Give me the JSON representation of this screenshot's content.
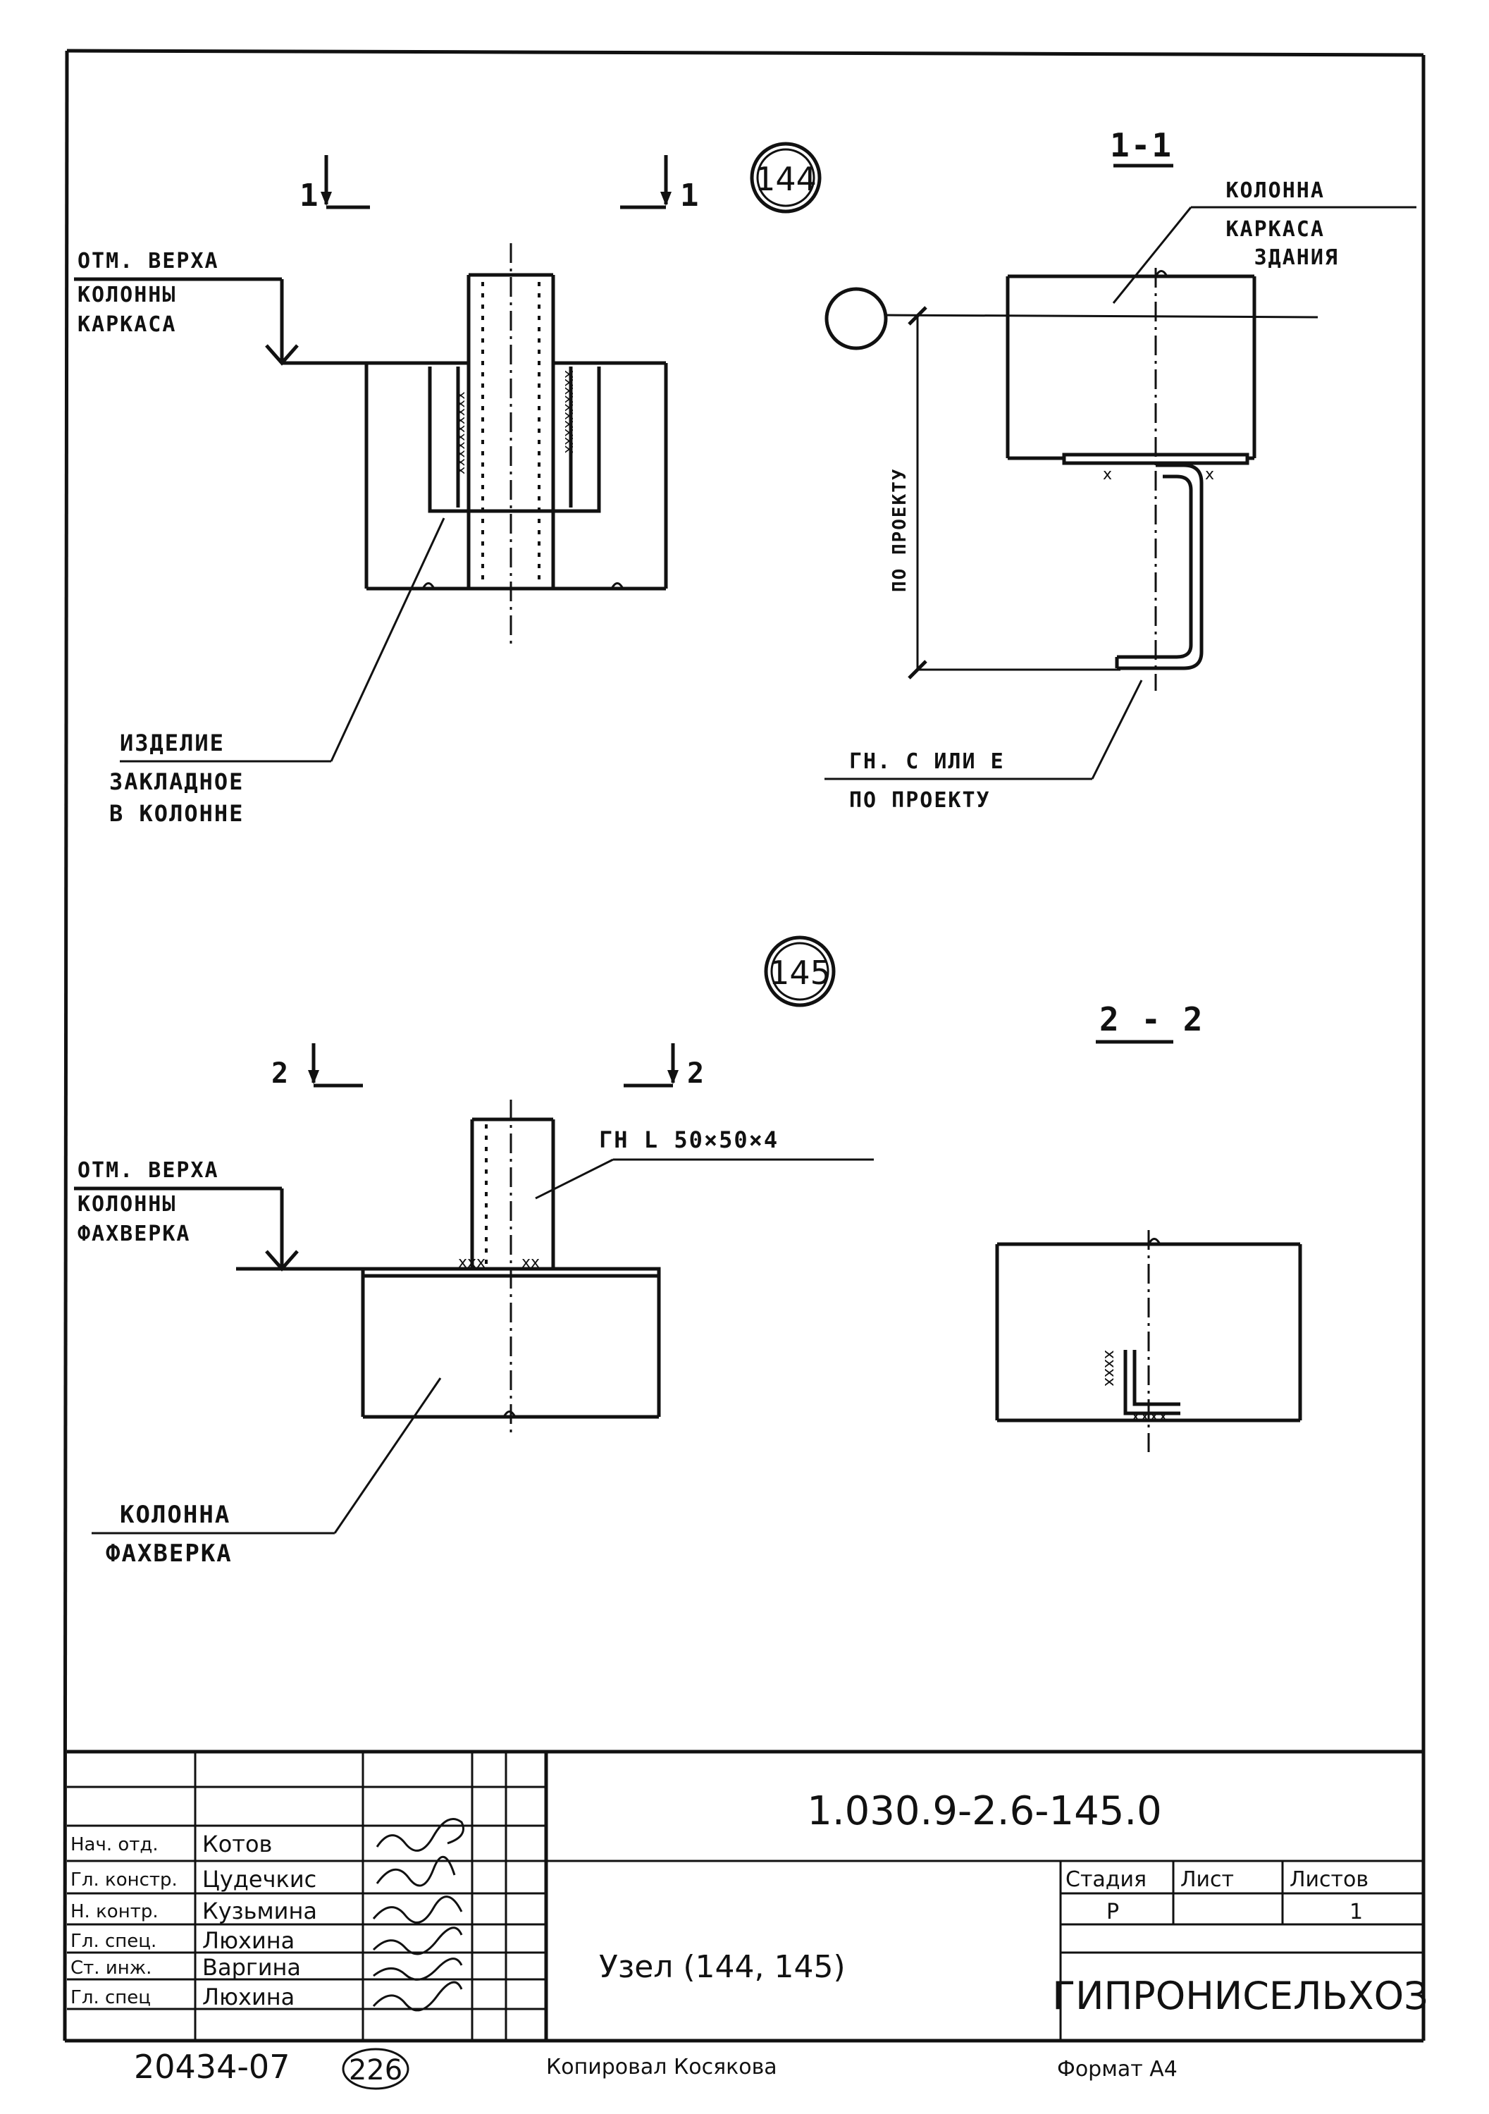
{
  "node_144": {
    "marker": "144",
    "cut_left": "1",
    "cut_right": "1",
    "section_title": "1-1",
    "label_top_lines": [
      "ОТМ. ВЕРХА",
      "КОЛОННЫ",
      "КАРКАСА"
    ],
    "label_embed_lines": [
      "ИЗДЕЛИЕ",
      "ЗАКЛАДНОЕ",
      "В КОЛОННЕ"
    ],
    "label_column_lines": [
      "КОЛОННА",
      "КАРКАСА",
      "ЗДАНИЯ"
    ],
    "label_project": "ПО ПРОЕКТУ",
    "label_bent_lines": [
      "ГН. С ИЛИ Е",
      "ПО ПРОЕКТУ"
    ]
  },
  "node_145": {
    "marker": "145",
    "cut_left": "2",
    "cut_right": "2",
    "section_title": "2 - 2",
    "label_top_lines": [
      "ОТМ. ВЕРХА",
      "КОЛОННЫ",
      "ФАХВЕРКА"
    ],
    "label_angle": "ГН L 50×50×4",
    "label_column_lines": [
      "КОЛОННА",
      "ФАХВЕРКА"
    ]
  },
  "title_block": {
    "designation": "1.030.9-2.6-145.0",
    "sheet_title": "Узел (144, 145)",
    "stage_header": "Стадия",
    "sheet_header": "Лист",
    "sheets_header": "Листов",
    "stage_value": "Р",
    "sheet_value": "",
    "sheets_value": "1",
    "organization": "ГИПРОНИСЕЛЬХОЗ",
    "roles": [
      {
        "role": "Нач. отд.",
        "name": "Котов"
      },
      {
        "role": "Гл. констр.",
        "name": "Цудечкис"
      },
      {
        "role": "Н. контр.",
        "name": "Кузьмина"
      },
      {
        "role": "Гл. спец.",
        "name": "Люхина"
      },
      {
        "role": "Ст. инж.",
        "name": "Варгина"
      },
      {
        "role": "Гл. спец",
        "name": "Люхина"
      }
    ]
  },
  "footer": {
    "inventory": "20434-07",
    "page_circle": "226",
    "copied_by": "Копировал  Косякова",
    "format": "Формат А4"
  }
}
